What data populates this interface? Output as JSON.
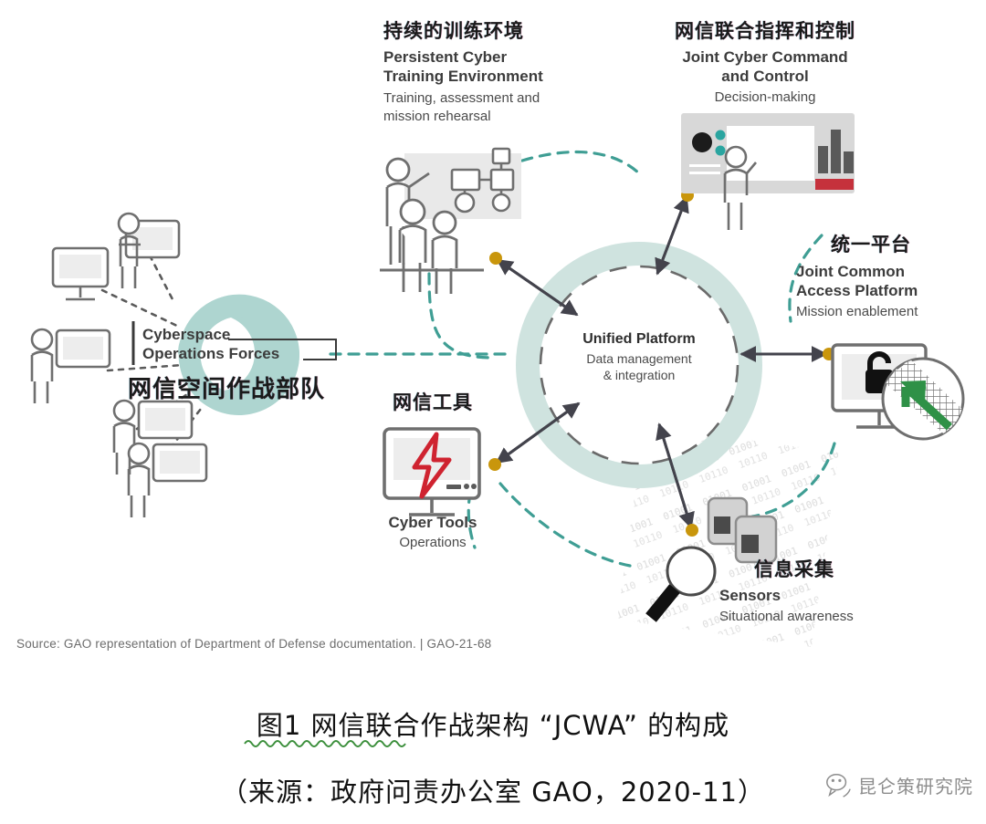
{
  "figure": {
    "source_note": "Source: GAO representation of Department of Defense documentation.  |  GAO-21-68",
    "center": {
      "title": "Unified Platform",
      "sub_line1": "Data management",
      "sub_line2": "& integration"
    },
    "nodes": [
      {
        "id": "persistent-cyber-training-environment",
        "cn": "持续的训练环境",
        "en_title_line1": "Persistent Cyber",
        "en_title_line2": "Training Environment",
        "en_sub_line1": "Training, assessment and",
        "en_sub_line2": "mission rehearsal",
        "icon": "training-board-icon"
      },
      {
        "id": "joint-cyber-command-and-control",
        "cn": "网信联合指挥和控制",
        "en_title_line1": "Joint Cyber Command",
        "en_title_line2": "and Control",
        "en_sub_line1": "Decision-making",
        "en_sub_line2": "",
        "icon": "command-center-icon"
      },
      {
        "id": "joint-common-access-platform",
        "cn": "统一平台",
        "en_title_line1": "Joint Common",
        "en_title_line2": "Access Platform",
        "en_sub_line1": "Mission enablement",
        "en_sub_line2": "",
        "icon": "monitor-lock-globe-icon"
      },
      {
        "id": "sensors",
        "cn": "信息采集",
        "en_title_line1": "Sensors",
        "en_title_line2": "",
        "en_sub_line1": "Situational awareness",
        "en_sub_line2": "",
        "icon": "magnifier-sensors-icon"
      },
      {
        "id": "cyber-tools",
        "cn": "网信工具",
        "en_title_line1": "Cyber Tools",
        "en_title_line2": "",
        "en_sub_line1": "Operations",
        "en_sub_line2": "",
        "icon": "monitor-bolt-icon"
      },
      {
        "id": "cyberspace-operations-forces",
        "cn": "网信空间作战部队",
        "en_title_line1": "Cyberspace",
        "en_title_line2": "Operations Forces",
        "en_sub_line1": "",
        "en_sub_line2": "",
        "icon": "people-workstations-icon"
      }
    ]
  },
  "caption": {
    "line1": "图1  网信联合作战架构 “JCWA” 的构成",
    "line2": "（来源：政府问责办公室 GAO，2020-11）"
  },
  "watermark": {
    "text": "昆仑策研究院",
    "icon": "wechat-account-icon"
  },
  "colors": {
    "ring_teal": "#cfe3df",
    "dashed_teal": "#3f9e94",
    "arrow_gray": "#4a4a52",
    "dot_gold": "#c9960c",
    "bolt_red": "#cf2330",
    "accent_green": "#2f9147",
    "panel_gray": "#d8d8d8",
    "outline_gray": "#6f6f6f",
    "red_bar": "#c5313c"
  }
}
